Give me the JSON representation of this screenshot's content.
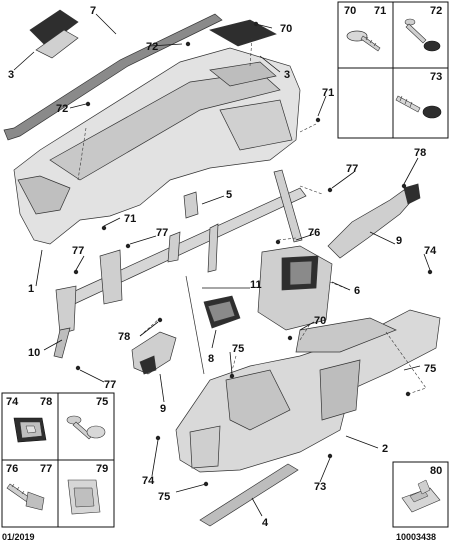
{
  "callouts": [
    {
      "id": "c7",
      "text": "7"
    },
    {
      "id": "c3a",
      "text": "3"
    },
    {
      "id": "c72a",
      "text": "72"
    },
    {
      "id": "c70a",
      "text": "70"
    },
    {
      "id": "c3b",
      "text": "3"
    },
    {
      "id": "c72b",
      "text": "72"
    },
    {
      "id": "c71a",
      "text": "71"
    },
    {
      "id": "c77a",
      "text": "77"
    },
    {
      "id": "c5",
      "text": "5"
    },
    {
      "id": "c78a",
      "text": "78"
    },
    {
      "id": "c71b",
      "text": "71"
    },
    {
      "id": "c77b",
      "text": "77"
    },
    {
      "id": "c76",
      "text": "76"
    },
    {
      "id": "c74a",
      "text": "74"
    },
    {
      "id": "c9a",
      "text": "9"
    },
    {
      "id": "c77c",
      "text": "77"
    },
    {
      "id": "c1",
      "text": "1"
    },
    {
      "id": "c11",
      "text": "11"
    },
    {
      "id": "c6",
      "text": "6"
    },
    {
      "id": "c70b",
      "text": "70"
    },
    {
      "id": "c10",
      "text": "10"
    },
    {
      "id": "c78b",
      "text": "78"
    },
    {
      "id": "c8",
      "text": "8"
    },
    {
      "id": "c75a",
      "text": "75"
    },
    {
      "id": "c77d",
      "text": "77"
    },
    {
      "id": "c75b",
      "text": "75"
    },
    {
      "id": "c9b",
      "text": "9"
    },
    {
      "id": "c2",
      "text": "2"
    },
    {
      "id": "c74b",
      "text": "74"
    },
    {
      "id": "c73",
      "text": "73"
    },
    {
      "id": "c75c",
      "text": "75"
    },
    {
      "id": "c4",
      "text": "4"
    }
  ],
  "inset_labels": {
    "top_right": {
      "a": "70",
      "b": "71",
      "c": "72",
      "d": "73"
    },
    "bottom_left": {
      "a": "74",
      "b": "78",
      "c": "75",
      "d": "76",
      "e": "77",
      "f": "79"
    },
    "bottom_right": {
      "a": "80"
    }
  },
  "footer": {
    "date": "01/2019",
    "ref": "10003438"
  },
  "colors": {
    "part_fill": "#e2e2e2",
    "part_shade": "#bfbfbf",
    "dark": "#2e2e2e",
    "line": "#111111"
  }
}
